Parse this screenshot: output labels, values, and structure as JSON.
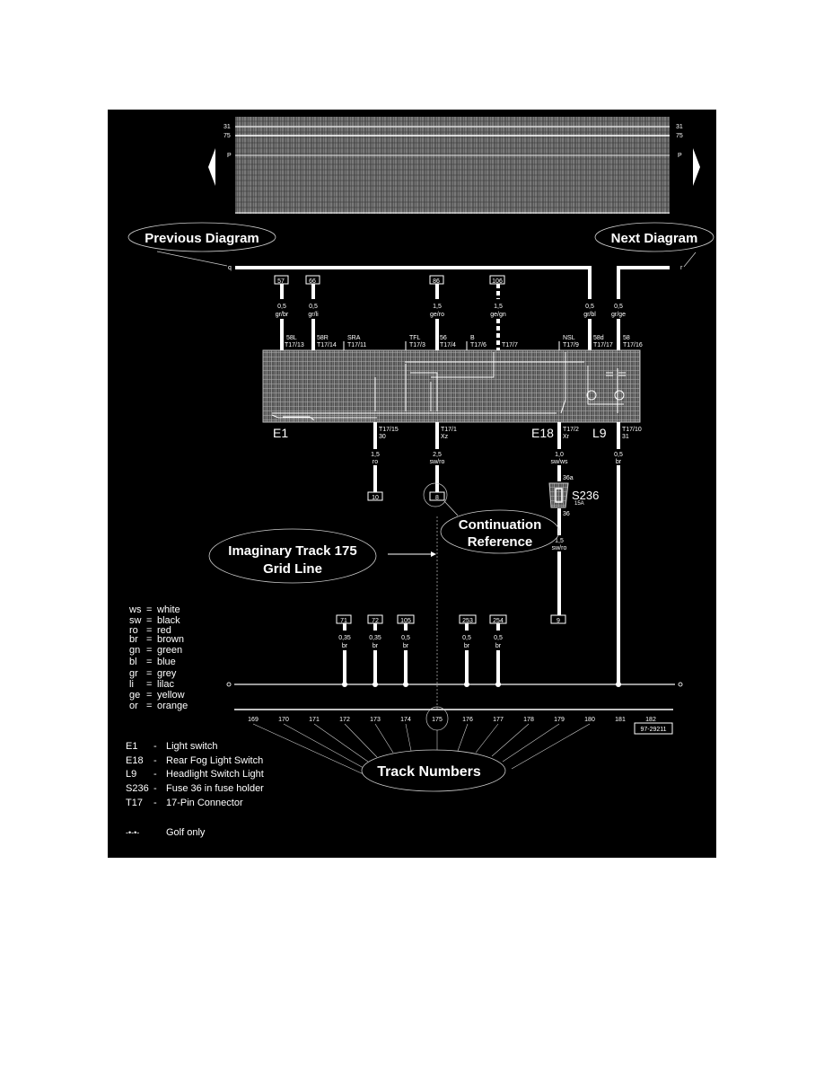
{
  "panel": {
    "background": "#000000",
    "foreground": "#ffffff",
    "bus_color": "#9a9a9a",
    "block_fill": "#6e6e6e"
  },
  "header_block": {
    "left_labels": [
      "31",
      "75",
      "P"
    ],
    "right_labels": [
      "31",
      "75",
      "P"
    ]
  },
  "callouts": {
    "previous": "Previous Diagram",
    "next": "Next Diagram",
    "continuation_line1": "Continuation",
    "continuation_line2": "Reference",
    "grid_line1": "Imaginary Track 175",
    "grid_line2": "Grid Line",
    "track_numbers": "Track Numbers"
  },
  "top_wires": [
    {
      "ref": "57",
      "gauge": "0,5",
      "color": "gr/br",
      "term": "58L",
      "pin": "T17/13"
    },
    {
      "ref": "66",
      "gauge": "0,5",
      "color": "gr/li",
      "term": "58R",
      "pin": "T17/14"
    },
    {
      "ref": "",
      "gauge": "",
      "color": "",
      "term": "SRA",
      "pin": "T17/11"
    },
    {
      "ref": "",
      "gauge": "",
      "color": "",
      "term": "TFL",
      "pin": "T17/3"
    },
    {
      "ref": "86",
      "gauge": "1,5",
      "color": "ge/ro",
      "term": "56",
      "pin": "T17/4"
    },
    {
      "ref": "",
      "gauge": "",
      "color": "",
      "term": "B",
      "pin": "T17/6"
    },
    {
      "ref": "106",
      "gauge": "1,5",
      "color": "ge/gn",
      "term": "",
      "pin": "T17/7"
    },
    {
      "ref": "",
      "gauge": "",
      "color": "",
      "term": "NSL",
      "pin": "T17/9"
    },
    {
      "ref": "",
      "gauge": "0,5",
      "color": "gr/bl",
      "term": "58d",
      "pin": "T17/17"
    },
    {
      "ref": "",
      "gauge": "0,5",
      "color": "gr/ge",
      "term": "58",
      "pin": "T17/16"
    }
  ],
  "components": {
    "e1": "E1",
    "e18": "E18",
    "l9": "L9",
    "fuse": {
      "name": "S236",
      "rating": "15A",
      "pin_in": "36a",
      "pin_out": "36"
    }
  },
  "bottom_wires": [
    {
      "pin": "T17/15",
      "term": "30",
      "gauge": "1,5",
      "color": "ro",
      "ref": "10"
    },
    {
      "pin": "T17/1",
      "term": "Xz",
      "gauge": "2,5",
      "color": "sw/ro",
      "ref": "8"
    },
    {
      "pin": "T17/2",
      "term": "Xr",
      "gauge": "1,0",
      "color": "sw/ws",
      "gauge2": "1,5",
      "color2": "sw/ro",
      "ref": "9"
    },
    {
      "pin": "T17/10",
      "term": "31",
      "gauge": "0,5",
      "color": "br"
    }
  ],
  "ground_wires": [
    {
      "ref": "71",
      "gauge": "0,35",
      "color": "br"
    },
    {
      "ref": "72",
      "gauge": "0,35",
      "color": "br"
    },
    {
      "ref": "105",
      "gauge": "0,5",
      "color": "br"
    },
    {
      "ref": "253",
      "gauge": "0,5",
      "color": "br"
    },
    {
      "ref": "254",
      "gauge": "0,5",
      "color": "br"
    }
  ],
  "color_legend": [
    {
      "code": "ws",
      "name": "white"
    },
    {
      "code": "sw",
      "name": "black"
    },
    {
      "code": "ro",
      "name": "red"
    },
    {
      "code": "br",
      "name": "brown"
    },
    {
      "code": "gn",
      "name": "green"
    },
    {
      "code": "bl",
      "name": "blue"
    },
    {
      "code": "gr",
      "name": "grey"
    },
    {
      "code": "li",
      "name": "lilac"
    },
    {
      "code": "ge",
      "name": "yellow"
    },
    {
      "code": "or",
      "name": "orange"
    }
  ],
  "tracks": [
    "169",
    "170",
    "171",
    "172",
    "173",
    "174",
    "175",
    "176",
    "177",
    "178",
    "179",
    "180",
    "181",
    "182"
  ],
  "figure_id": "97-29211",
  "component_legend": [
    {
      "code": "E1",
      "desc": "Light switch"
    },
    {
      "code": "E18",
      "desc": "Rear Fog Light Switch"
    },
    {
      "code": "L9",
      "desc": "Headlight Switch Light"
    },
    {
      "code": "S236",
      "desc": "Fuse 36 in fuse holder"
    },
    {
      "code": "T17",
      "desc": "17-Pin Connector"
    }
  ],
  "golf_note": {
    "symbol": "-•-•-",
    "text": "Golf only"
  }
}
